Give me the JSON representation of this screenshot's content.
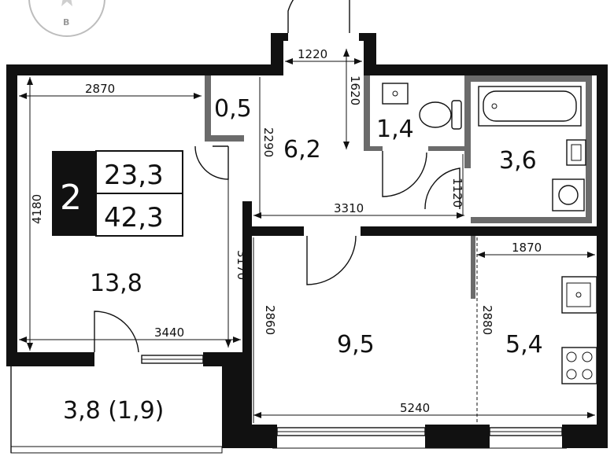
{
  "compass": {
    "label": "В"
  },
  "badge": {
    "rooms": "2",
    "living_area": "23,3",
    "total_area": "42,3"
  },
  "rooms": [
    {
      "id": "living-room",
      "area": "13,8"
    },
    {
      "id": "closet",
      "area": "0,5"
    },
    {
      "id": "hallway",
      "area": "6,2"
    },
    {
      "id": "toilet",
      "area": "1,4"
    },
    {
      "id": "bathroom",
      "area": "3,6"
    },
    {
      "id": "bedroom",
      "area": "9,5"
    },
    {
      "id": "kitchen",
      "area": "5,4"
    },
    {
      "id": "balcony",
      "area": "3,8 (1,9)"
    }
  ],
  "dimensions": {
    "living_width": "2870",
    "living_height": "4180",
    "living_inner_height": "3170",
    "living_bottom_width": "3440",
    "entrance_width": "1220",
    "entrance_depth": "1620",
    "hallway_height": "2290",
    "hallway_width": "3310",
    "bath_door": "1120",
    "kitchen_width": "1870",
    "bedroom_height": "2860",
    "kitchen_height": "2880",
    "bottom_width": "5240"
  }
}
